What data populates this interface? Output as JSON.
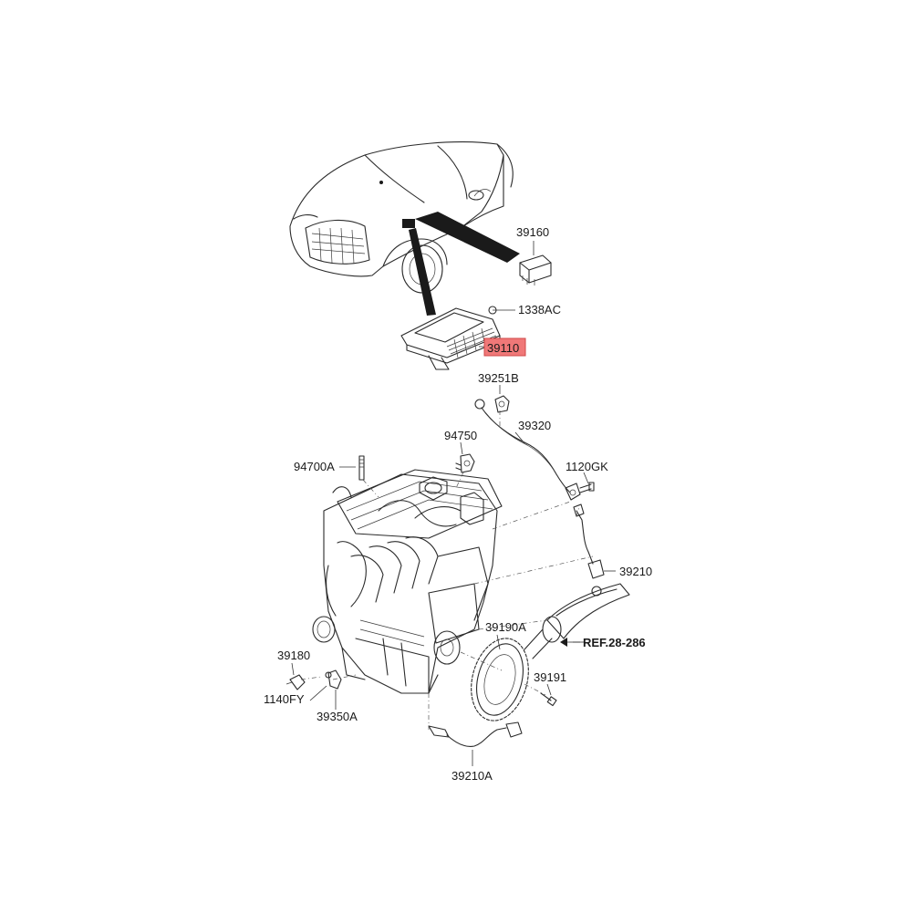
{
  "parts": {
    "p39160": "39160",
    "p1338AC": "1338AC",
    "p39110": "39110",
    "p39251B": "39251B",
    "p39320": "39320",
    "p94750": "94750",
    "p1120GK": "1120GK",
    "p94700A": "94700A",
    "p39210": "39210",
    "p39190A": "39190A",
    "ref": "REF.28-286",
    "p39180": "39180",
    "p39191": "39191",
    "p1140FY": "1140FY",
    "p39350A": "39350A",
    "p39210A": "39210A"
  },
  "highlight": {
    "part": "39110",
    "color": "#f07878"
  }
}
